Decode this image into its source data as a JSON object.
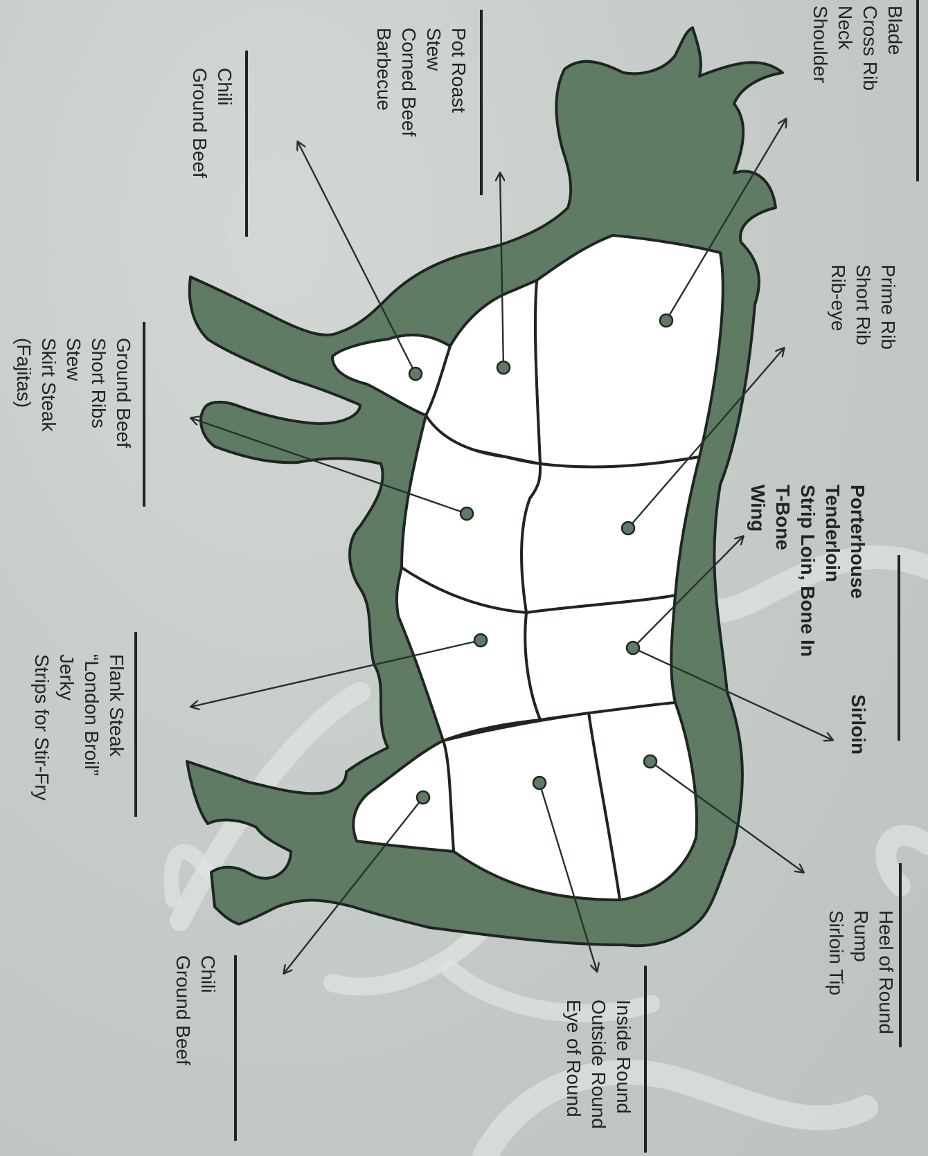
{
  "colors": {
    "background": "#c7cdc9",
    "cow_fill": "#5f7b63",
    "outline": "#1e2522",
    "cut_fill": "#ffffff",
    "accent_swirl": "#e3e7e4"
  },
  "cut_groups": [
    {
      "id": "chuck",
      "lines": [
        "Blade",
        "Cross Rib",
        "Neck",
        "Shoulder"
      ],
      "bold": false
    },
    {
      "id": "rib",
      "lines": [
        "Prime Rib",
        "Short Rib",
        "Rib-eye"
      ],
      "bold": false
    },
    {
      "id": "short-loin",
      "lines": [
        "Porterhouse",
        "Tenderloin",
        "Strip Loin, Bone In",
        "T-Bone",
        "Wing"
      ],
      "bold": true
    },
    {
      "id": "sirloin",
      "lines": [
        "Sirloin"
      ],
      "bold": true
    },
    {
      "id": "heel",
      "lines": [
        "Heel of Round",
        "Rump",
        "Sirloin Tip"
      ],
      "bold": false
    },
    {
      "id": "round",
      "lines": [
        "Inside Round",
        "Outside Round",
        "Eye of Round"
      ],
      "bold": false
    },
    {
      "id": "brisket",
      "lines": [
        "Pot Roast",
        "Stew",
        "Corned Beef",
        "Barbecue"
      ],
      "bold": false
    },
    {
      "id": "shank-front",
      "lines": [
        "Chili",
        "Ground Beef"
      ],
      "bold": false
    },
    {
      "id": "plate",
      "lines": [
        "Ground Beef",
        "Short Ribs",
        "Stew",
        "Skirt Steak",
        "(Fajitas)"
      ],
      "bold": false
    },
    {
      "id": "flank",
      "lines": [
        "Flank Steak",
        "“London Broil”",
        "Jerky",
        "Strips for Stir-Fry"
      ],
      "bold": false
    },
    {
      "id": "shank-rear",
      "lines": [
        "Chili",
        "Ground Beef"
      ],
      "bold": false
    }
  ]
}
